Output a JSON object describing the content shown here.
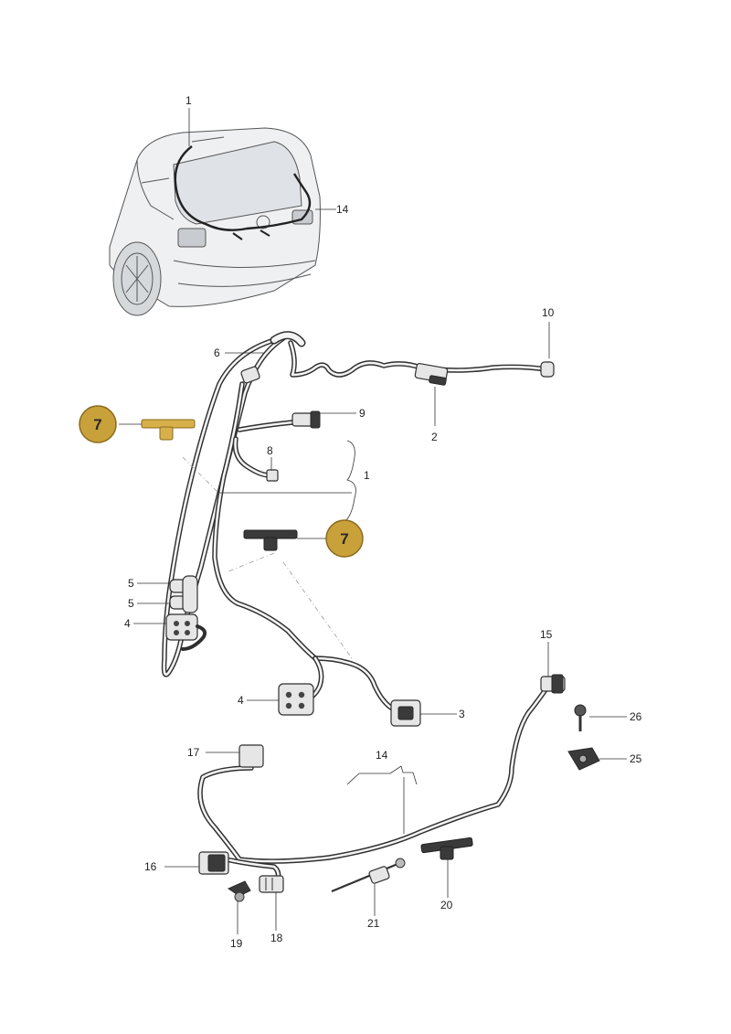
{
  "colors": {
    "badge_fill": "#c9a13a",
    "badge_stroke": "#8a6a1c",
    "highlight_part": "#d8b04a"
  },
  "callouts": {
    "c1_top": "1",
    "c14_car": "14",
    "c10": "10",
    "c6": "6",
    "c2": "2",
    "c9": "9",
    "c8": "8",
    "c1_brace": "1",
    "c5a": "5",
    "c5b": "5",
    "c4a": "4",
    "c4b": "4",
    "c3": "3",
    "c15": "15",
    "c26": "26",
    "c25": "25",
    "c17": "17",
    "c14_brace": "14",
    "c16": "16",
    "c19": "19",
    "c18": "18",
    "c21": "21",
    "c20": "20"
  },
  "badges": {
    "b7a": "7",
    "b7b": "7"
  }
}
